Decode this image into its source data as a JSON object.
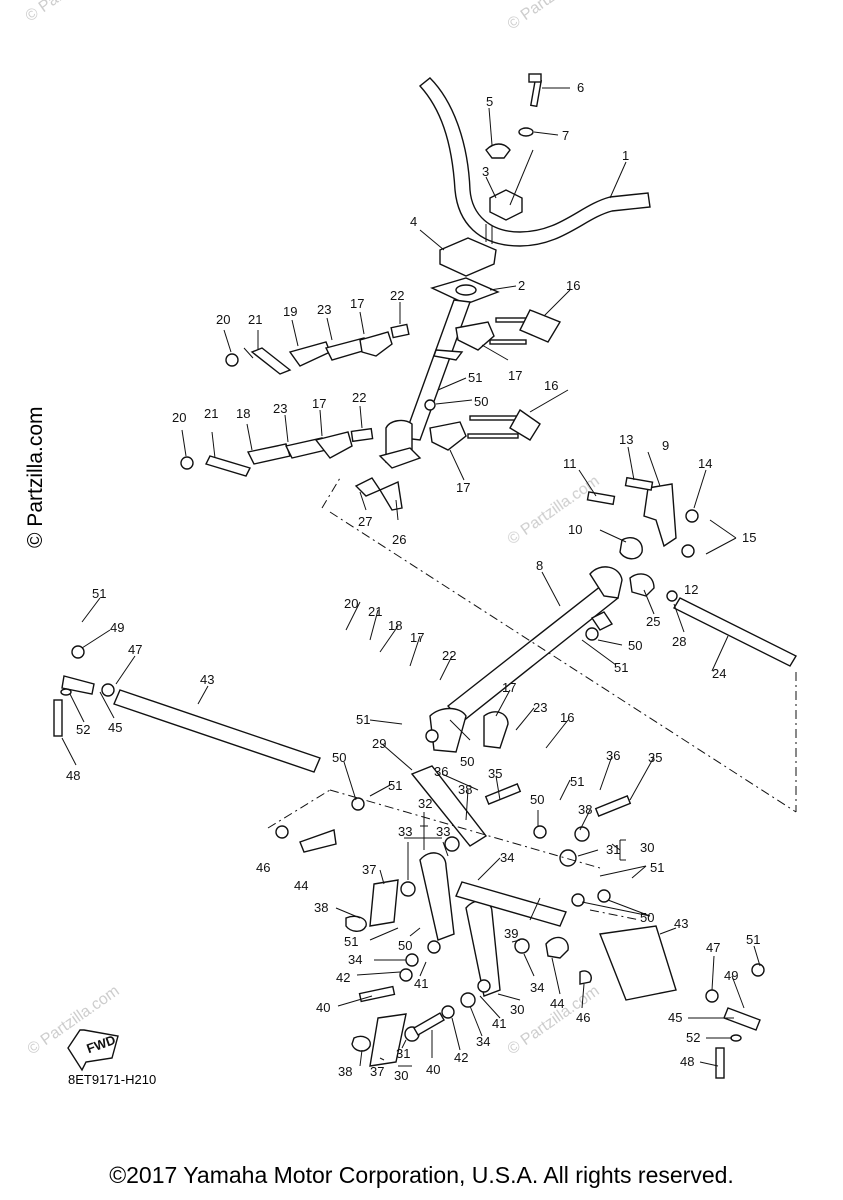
{
  "copyright": "©2017 Yamaha Motor Corporation, U.S.A. All rights reserved.",
  "diagram_code": "8ET9171-H210",
  "watermark_side": "© Partzilla.com",
  "watermark_faint": "© Partzilla.com",
  "fwd_label": "FWD",
  "callouts": {
    "c1": "1",
    "c2": "2",
    "c3": "3",
    "c4": "4",
    "c5": "5",
    "c6": "6",
    "c7": "7",
    "c8": "8",
    "c9": "9",
    "c10": "10",
    "c11": "11",
    "c12": "12",
    "c13": "13",
    "c14": "14",
    "c15": "15",
    "c16a": "16",
    "c16b": "16",
    "c16c": "16",
    "c17a": "17",
    "c17b": "17",
    "c17c": "17",
    "c17d": "17",
    "c17e": "17",
    "c17f": "17",
    "c18a": "18",
    "c18b": "18",
    "c19": "19",
    "c20a": "20",
    "c20b": "20",
    "c20c": "20",
    "c21a": "21",
    "c21b": "21",
    "c21c": "21",
    "c22a": "22",
    "c22b": "22",
    "c22c": "22",
    "c23a": "23",
    "c23b": "23",
    "c23c": "23",
    "c24": "24",
    "c25": "25",
    "c26": "26",
    "c27": "27",
    "c28": "28",
    "c29": "29",
    "c30a": "30",
    "c30b": "30",
    "c30c": "30",
    "c31a": "31",
    "c31b": "31",
    "c32": "32",
    "c33a": "33",
    "c33b": "33",
    "c34a": "34",
    "c34b": "34",
    "c34c": "34",
    "c34d": "34",
    "c35a": "35",
    "c35b": "35",
    "c36a": "36",
    "c36b": "36",
    "c37a": "37",
    "c37b": "37",
    "c38a": "38",
    "c38b": "38",
    "c38c": "38",
    "c38d": "38",
    "c39": "39",
    "c40a": "40",
    "c40b": "40",
    "c41a": "41",
    "c41b": "41",
    "c42a": "42",
    "c42b": "42",
    "c43a": "43",
    "c43b": "43",
    "c44a": "44",
    "c44b": "44",
    "c45a": "45",
    "c45b": "45",
    "c46a": "46",
    "c46b": "46",
    "c47a": "47",
    "c47b": "47",
    "c48a": "48",
    "c48b": "48",
    "c49a": "49",
    "c49b": "49",
    "c50a": "50",
    "c50b": "50",
    "c50c": "50",
    "c50d": "50",
    "c50e": "50",
    "c50f": "50",
    "c50g": "50",
    "c51a": "51",
    "c51b": "51",
    "c51c": "51",
    "c51d": "51",
    "c51e": "51",
    "c51f": "51",
    "c51g": "51",
    "c51h": "51",
    "c51i": "51",
    "c52a": "52",
    "c52b": "52"
  }
}
